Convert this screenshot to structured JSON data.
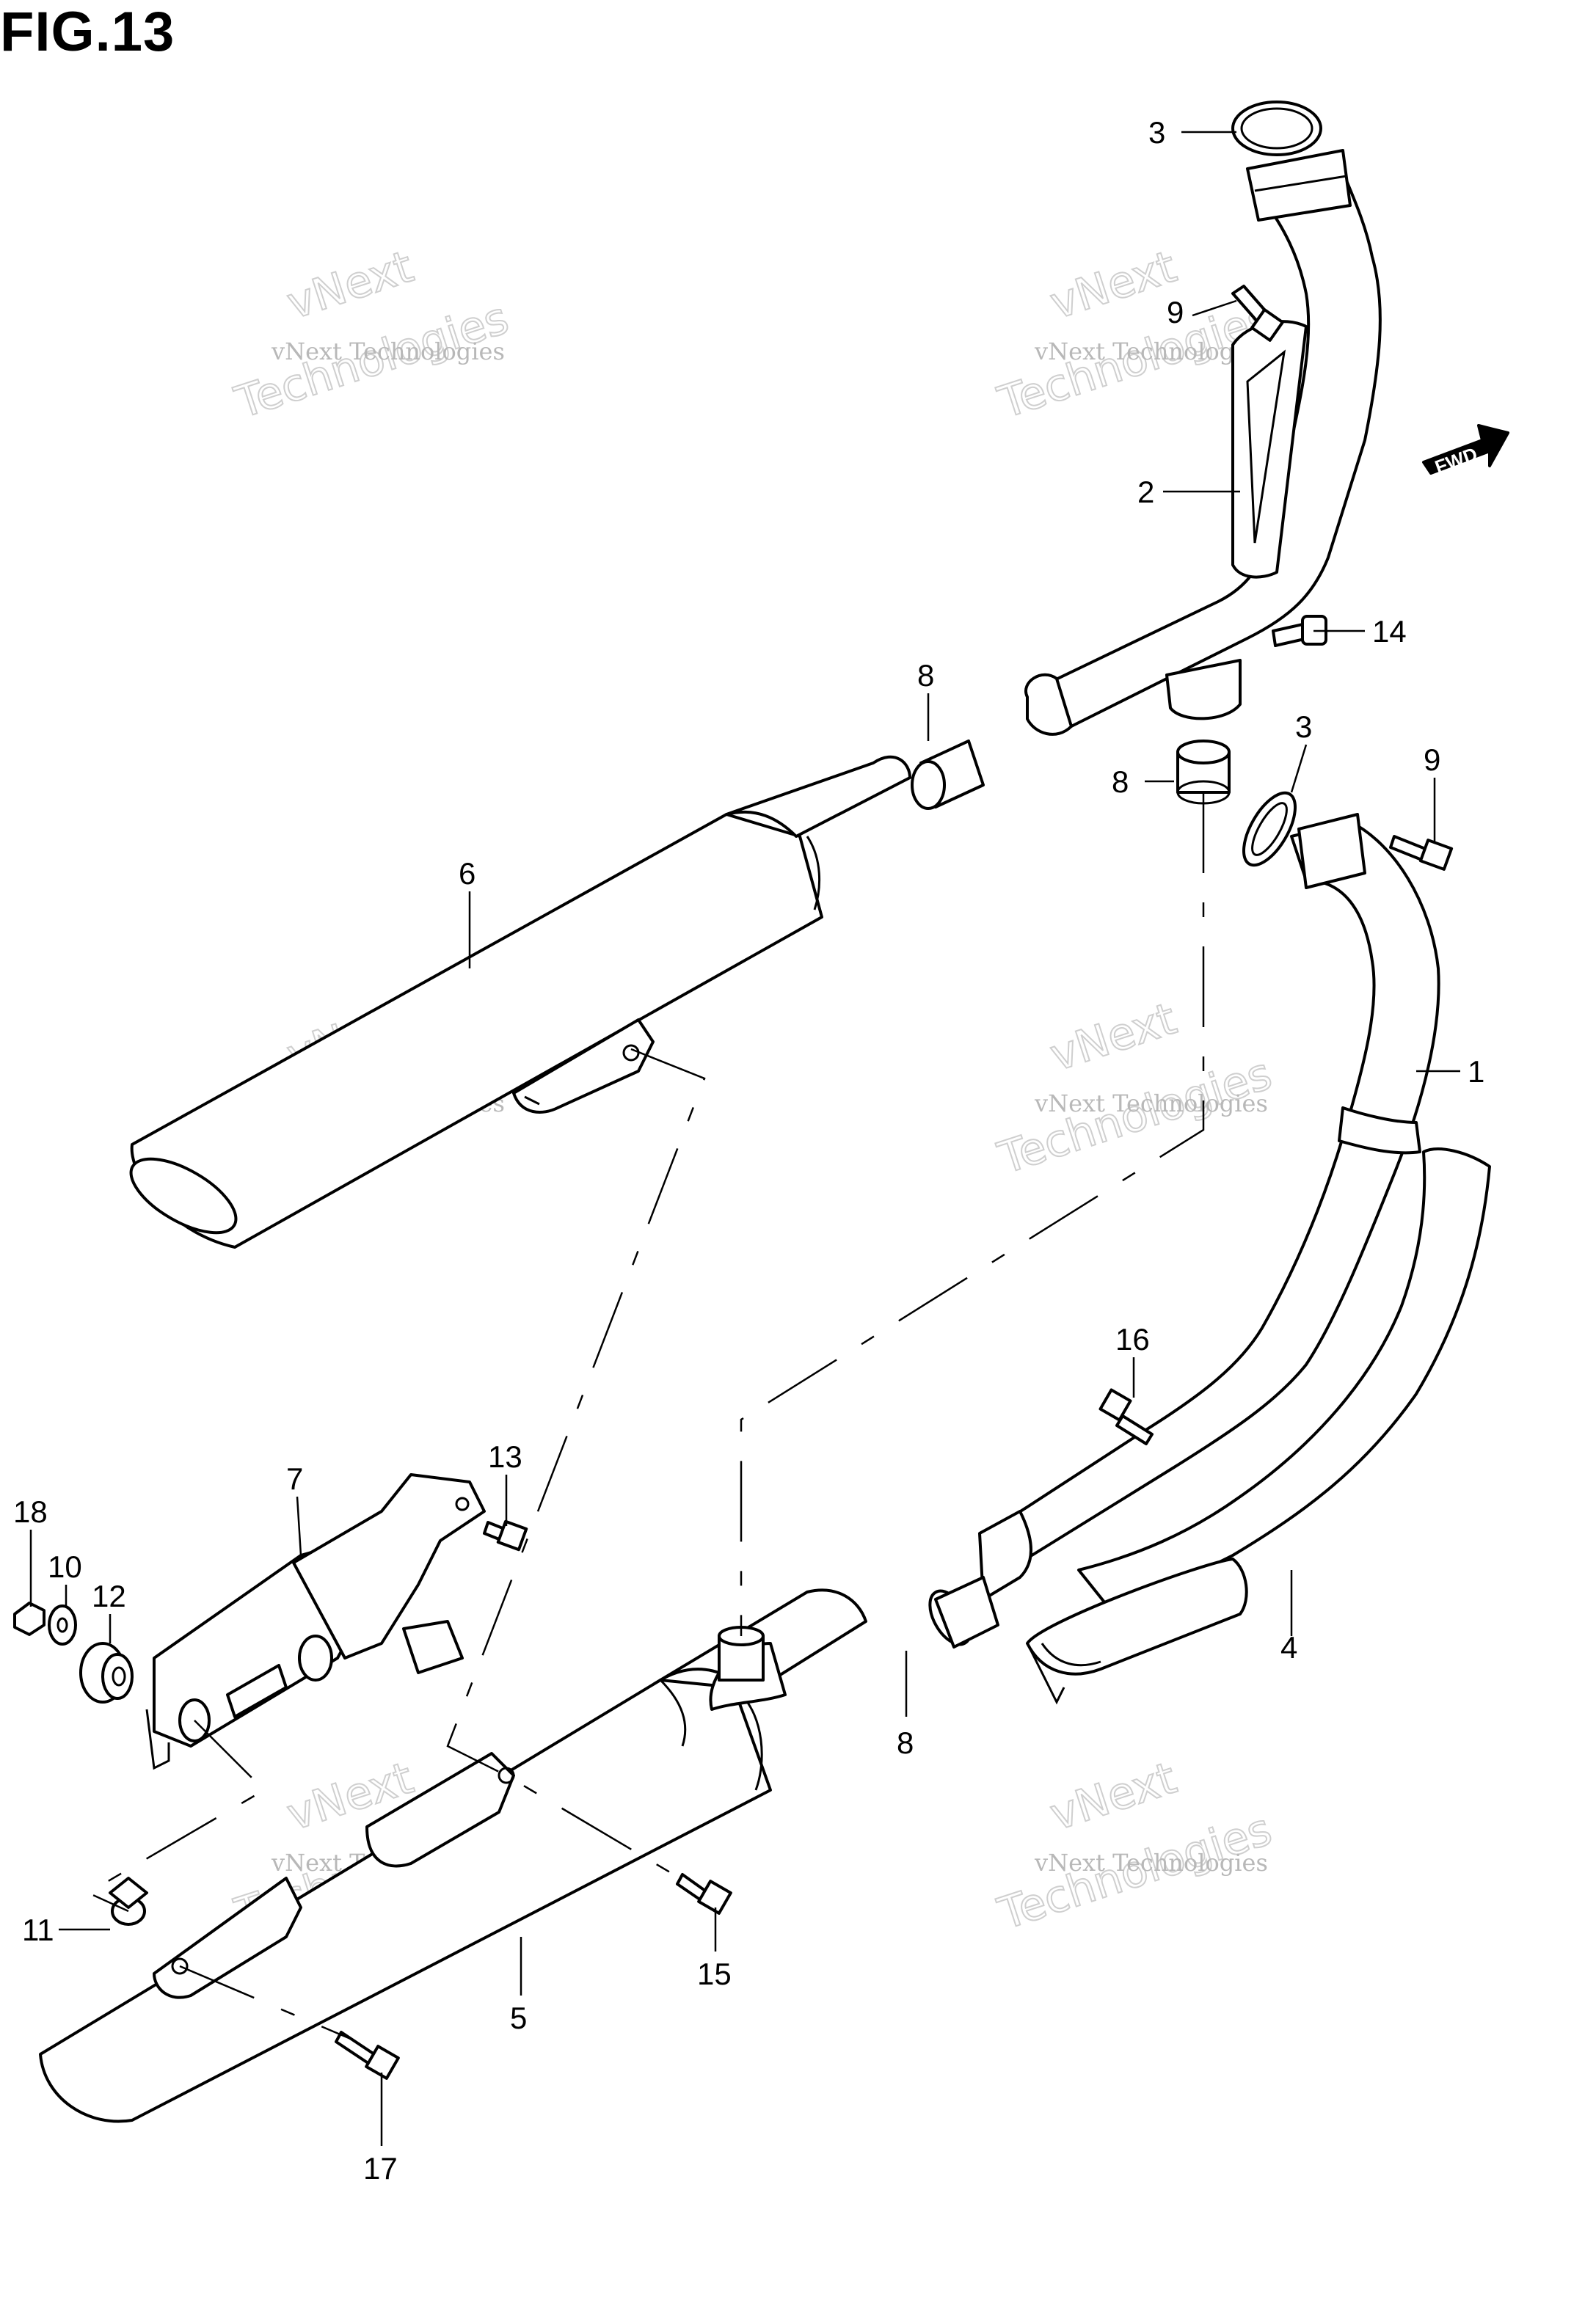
{
  "figure": {
    "title": "FIG.13"
  },
  "callouts": [
    {
      "id": "c3a",
      "label": "3"
    },
    {
      "id": "c9a",
      "label": "9"
    },
    {
      "id": "c2",
      "label": "2"
    },
    {
      "id": "c14",
      "label": "14"
    },
    {
      "id": "c8a",
      "label": "8"
    },
    {
      "id": "c8b",
      "label": "8"
    },
    {
      "id": "c3b",
      "label": "3"
    },
    {
      "id": "c9b",
      "label": "9"
    },
    {
      "id": "c6",
      "label": "6"
    },
    {
      "id": "c1",
      "label": "1"
    },
    {
      "id": "c16",
      "label": "16"
    },
    {
      "id": "c7",
      "label": "7"
    },
    {
      "id": "c13",
      "label": "13"
    },
    {
      "id": "c18",
      "label": "18"
    },
    {
      "id": "c10",
      "label": "10"
    },
    {
      "id": "c12",
      "label": "12"
    },
    {
      "id": "c4",
      "label": "4"
    },
    {
      "id": "c8c",
      "label": "8"
    },
    {
      "id": "c11",
      "label": "11"
    },
    {
      "id": "c15",
      "label": "15"
    },
    {
      "id": "c5",
      "label": "5"
    },
    {
      "id": "c17",
      "label": "17"
    }
  ],
  "fwd_badge": {
    "label": "FWD"
  },
  "watermark": {
    "brand": "vNext",
    "company": "vNext Technologies",
    "word": "Technologies"
  }
}
